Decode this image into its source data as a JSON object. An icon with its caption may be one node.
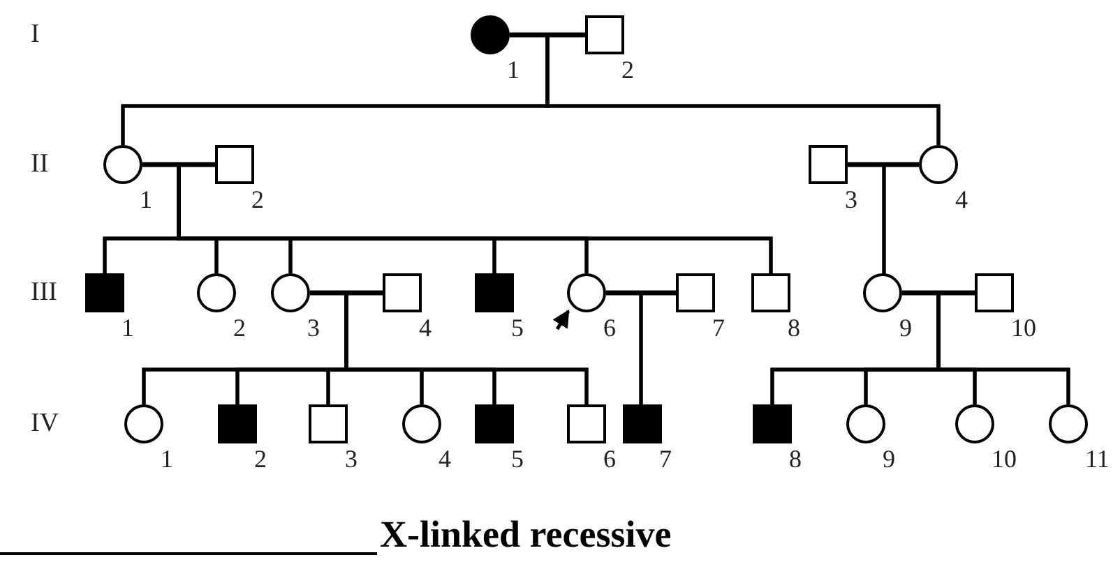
{
  "diagram": {
    "caption": "X-linked recessive",
    "nodes": [
      {
        "text": [
          "1"
        ]
      },
      {
        "text": [
          "2"
        ]
      },
      {
        "text": [
          "1"
        ]
      },
      {
        "text": [
          "2"
        ]
      },
      {
        "text": [
          "3"
        ]
      },
      {
        "text": [
          "4"
        ]
      },
      {
        "text": [
          "1"
        ]
      },
      {
        "text": [
          "2"
        ]
      },
      {
        "text": [
          "3"
        ]
      },
      {
        "text": [
          "4"
        ]
      },
      {
        "text": [
          "5"
        ]
      },
      {
        "text": [
          "6"
        ]
      },
      {
        "text": [
          "7"
        ]
      },
      {
        "text": [
          "8"
        ]
      },
      {
        "text": [
          "9"
        ]
      },
      {
        "text": [
          "10"
        ]
      },
      {
        "text": [
          "1"
        ]
      },
      {
        "text": [
          "2"
        ]
      },
      {
        "text": [
          "3"
        ]
      },
      {
        "text": [
          "4"
        ]
      },
      {
        "text": [
          "5"
        ]
      },
      {
        "text": [
          "6"
        ]
      },
      {
        "text": [
          "7"
        ]
      },
      {
        "text": [
          "8"
        ]
      },
      {
        "text": [
          "9"
        ]
      },
      {
        "text": [
          "10"
        ]
      },
      {
        "text": [
          "11"
        ]
      }
    ],
    "edges": [
      {
        "from": 0,
        "to": 1,
        "arrow": "none"
      },
      {
        "from": 0,
        "to": 2,
        "arrow": "none"
      },
      {
        "from": 1,
        "to": 2,
        "arrow": "none"
      },
      {
        "from": 0,
        "to": 5,
        "arrow": "none"
      },
      {
        "from": 1,
        "to": 5,
        "arrow": "none"
      },
      {
        "from": 2,
        "to": 3,
        "arrow": "none"
      },
      {
        "from": 2,
        "to": 6,
        "arrow": "none"
      },
      {
        "from": 3,
        "to": 6,
        "arrow": "none"
      },
      {
        "from": 2,
        "to": 7,
        "arrow": "none"
      },
      {
        "from": 3,
        "to": 7,
        "arrow": "none"
      },
      {
        "from": 2,
        "to": 8,
        "arrow": "none"
      },
      {
        "from": 3,
        "to": 8,
        "arrow": "none"
      },
      {
        "from": 2,
        "to": 10,
        "arrow": "none"
      },
      {
        "from": 3,
        "to": 10,
        "arrow": "none"
      },
      {
        "from": 2,
        "to": 11,
        "arrow": "none"
      },
      {
        "from": 3,
        "to": 11,
        "arrow": "none"
      },
      {
        "from": 2,
        "to": 13,
        "arrow": "none"
      },
      {
        "from": 3,
        "to": 13,
        "arrow": "none"
      },
      {
        "from": 4,
        "to": 5,
        "arrow": "none"
      },
      {
        "from": 4,
        "to": 14,
        "arrow": "none"
      },
      {
        "from": 5,
        "to": 14,
        "arrow": "none"
      },
      {
        "from": 8,
        "to": 9,
        "arrow": "none"
      },
      {
        "from": 8,
        "to": 16,
        "arrow": "none"
      },
      {
        "from": 9,
        "to": 16,
        "arrow": "none"
      },
      {
        "from": 8,
        "to": 17,
        "arrow": "none"
      },
      {
        "from": 9,
        "to": 17,
        "arrow": "none"
      },
      {
        "from": 8,
        "to": 18,
        "arrow": "none"
      },
      {
        "from": 9,
        "to": 18,
        "arrow": "none"
      },
      {
        "from": 8,
        "to": 19,
        "arrow": "none"
      },
      {
        "from": 9,
        "to": 19,
        "arrow": "none"
      },
      {
        "from": 8,
        "to": 20,
        "arrow": "none"
      },
      {
        "from": 9,
        "to": 20,
        "arrow": "none"
      },
      {
        "from": 8,
        "to": 21,
        "arrow": "none"
      },
      {
        "from": 9,
        "to": 21,
        "arrow": "none"
      },
      {
        "from": 11,
        "to": 12,
        "arrow": "none"
      },
      {
        "from": 11,
        "to": 22,
        "arrow": "none"
      },
      {
        "from": 12,
        "to": 22,
        "arrow": "none"
      },
      {
        "from": 14,
        "to": 15,
        "arrow": "none"
      },
      {
        "from": 14,
        "to": 23,
        "arrow": "none"
      },
      {
        "from": 15,
        "to": 23,
        "arrow": "none"
      },
      {
        "from": 14,
        "to": 24,
        "arrow": "none"
      },
      {
        "from": 15,
        "to": 24,
        "arrow": "none"
      },
      {
        "from": 14,
        "to": 25,
        "arrow": "none"
      },
      {
        "from": 15,
        "to": 25,
        "arrow": "none"
      },
      {
        "from": 14,
        "to": 26,
        "arrow": "none"
      },
      {
        "from": 15,
        "to": 26,
        "arrow": "none"
      },
      {
        "from": null,
        "to": 11,
        "arrow": "to"
      }
    ],
    "labels": [
      "I",
      "II",
      "III",
      "IV"
    ]
  }
}
